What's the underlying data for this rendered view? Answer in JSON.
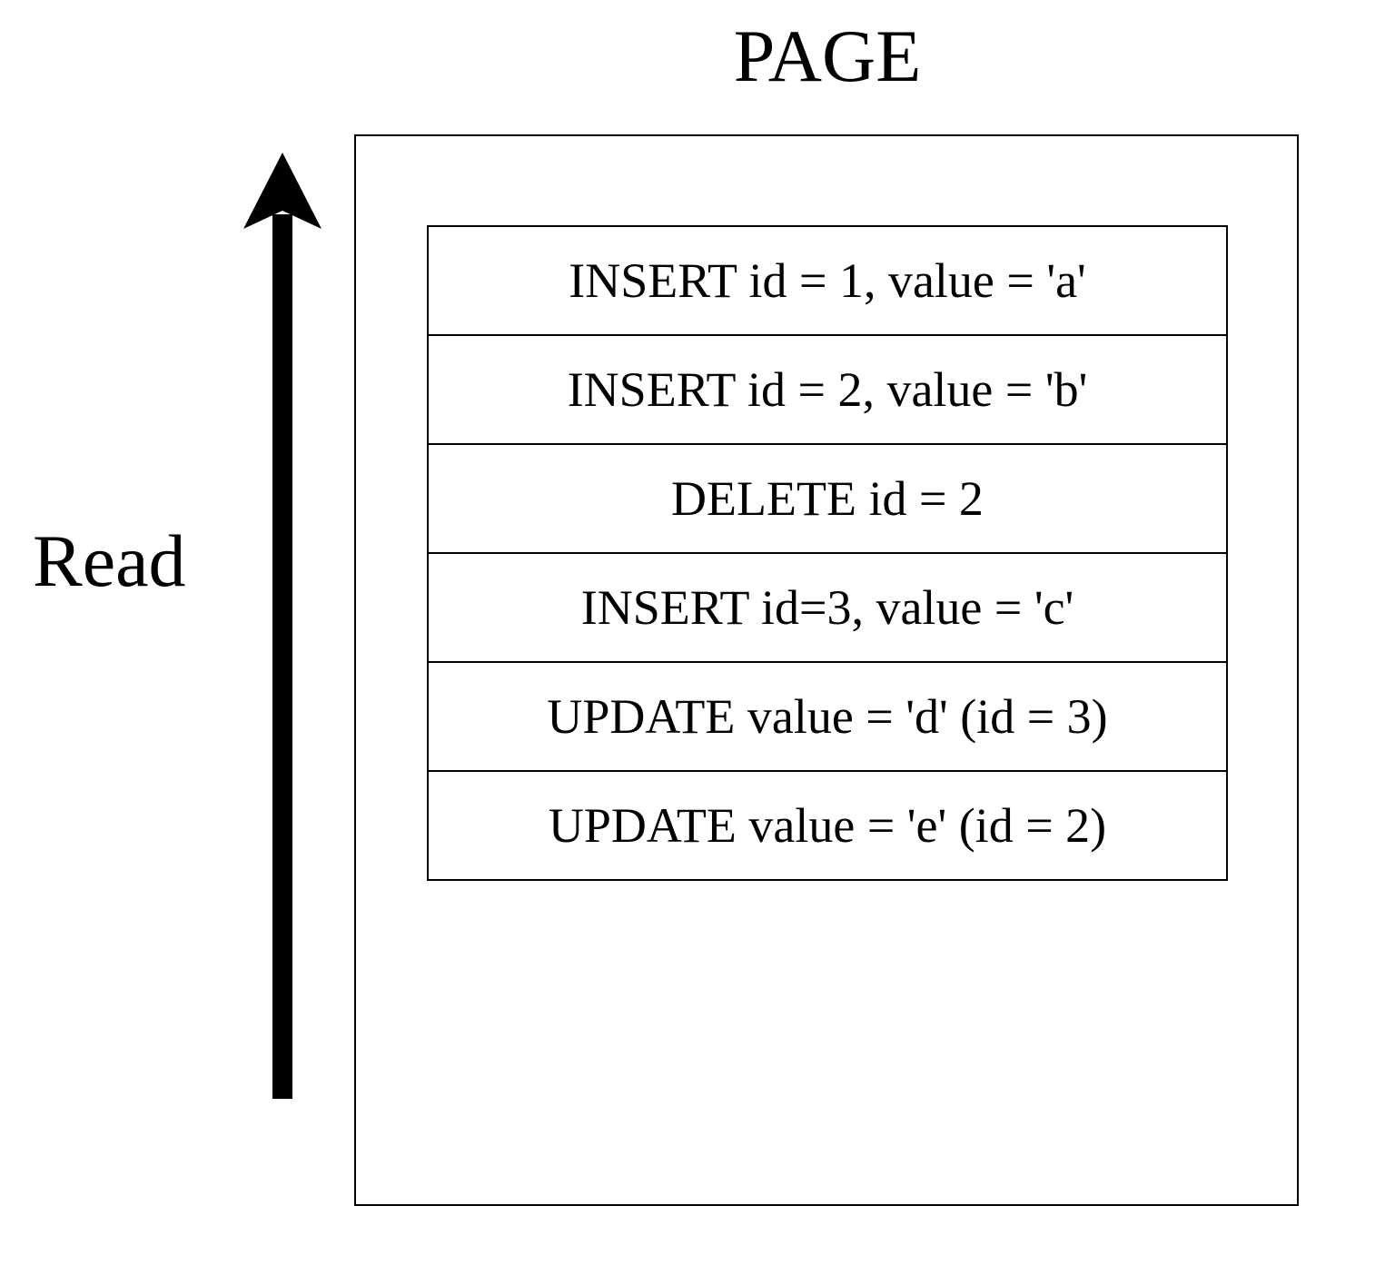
{
  "title": "PAGE",
  "read_label": "Read",
  "arrow_direction": "up",
  "log_entries": [
    "INSERT id = 1, value = 'a'",
    "INSERT id = 2, value = 'b'",
    "DELETE id = 2",
    "INSERT id=3, value = 'c'",
    "UPDATE value = 'd' (id = 3)",
    "UPDATE value = 'e' (id = 2)"
  ],
  "colors": {
    "stroke": "#000000",
    "background": "#ffffff"
  }
}
